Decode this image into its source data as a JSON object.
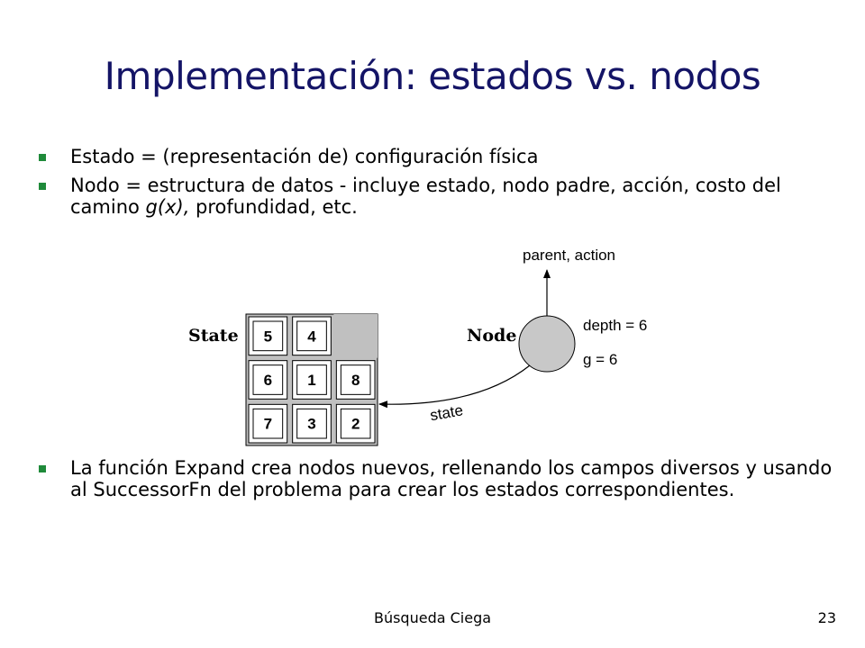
{
  "title": "Implementación: estados vs. nodos",
  "bullets_top": [
    {
      "text": "Estado = (representación de) configuración física"
    },
    {
      "text_before": "Nodo = estructura de datos - incluye estado, nodo padre, acción, costo del camino ",
      "text_italic": "g(x),",
      "text_after": " profundidad, etc."
    }
  ],
  "diagram": {
    "state_label": "State",
    "node_label": "Node",
    "grid": [
      "5",
      "4",
      "",
      "6",
      "1",
      "8",
      "7",
      "3",
      "2"
    ],
    "parent_action_label": "parent, action",
    "depth_label": "depth = 6",
    "g_label": "g = 6",
    "state_arrow_label": "state",
    "colors": {
      "blank_tile": "#c0c0c0",
      "node_fill": "#c8c8c8",
      "grid_bg": "#c0c0c0"
    }
  },
  "bullets_bottom": [
    {
      "text": "La función Expand crea nodos nuevos, rellenando los campos diversos y usando al SuccessorFn del problema para crear los estados correspondientes."
    }
  ],
  "footer": {
    "center": "Búsqueda Ciega",
    "page": "23"
  },
  "colors": {
    "title": "#141466",
    "bullet_marker": "#1f8a3a"
  }
}
